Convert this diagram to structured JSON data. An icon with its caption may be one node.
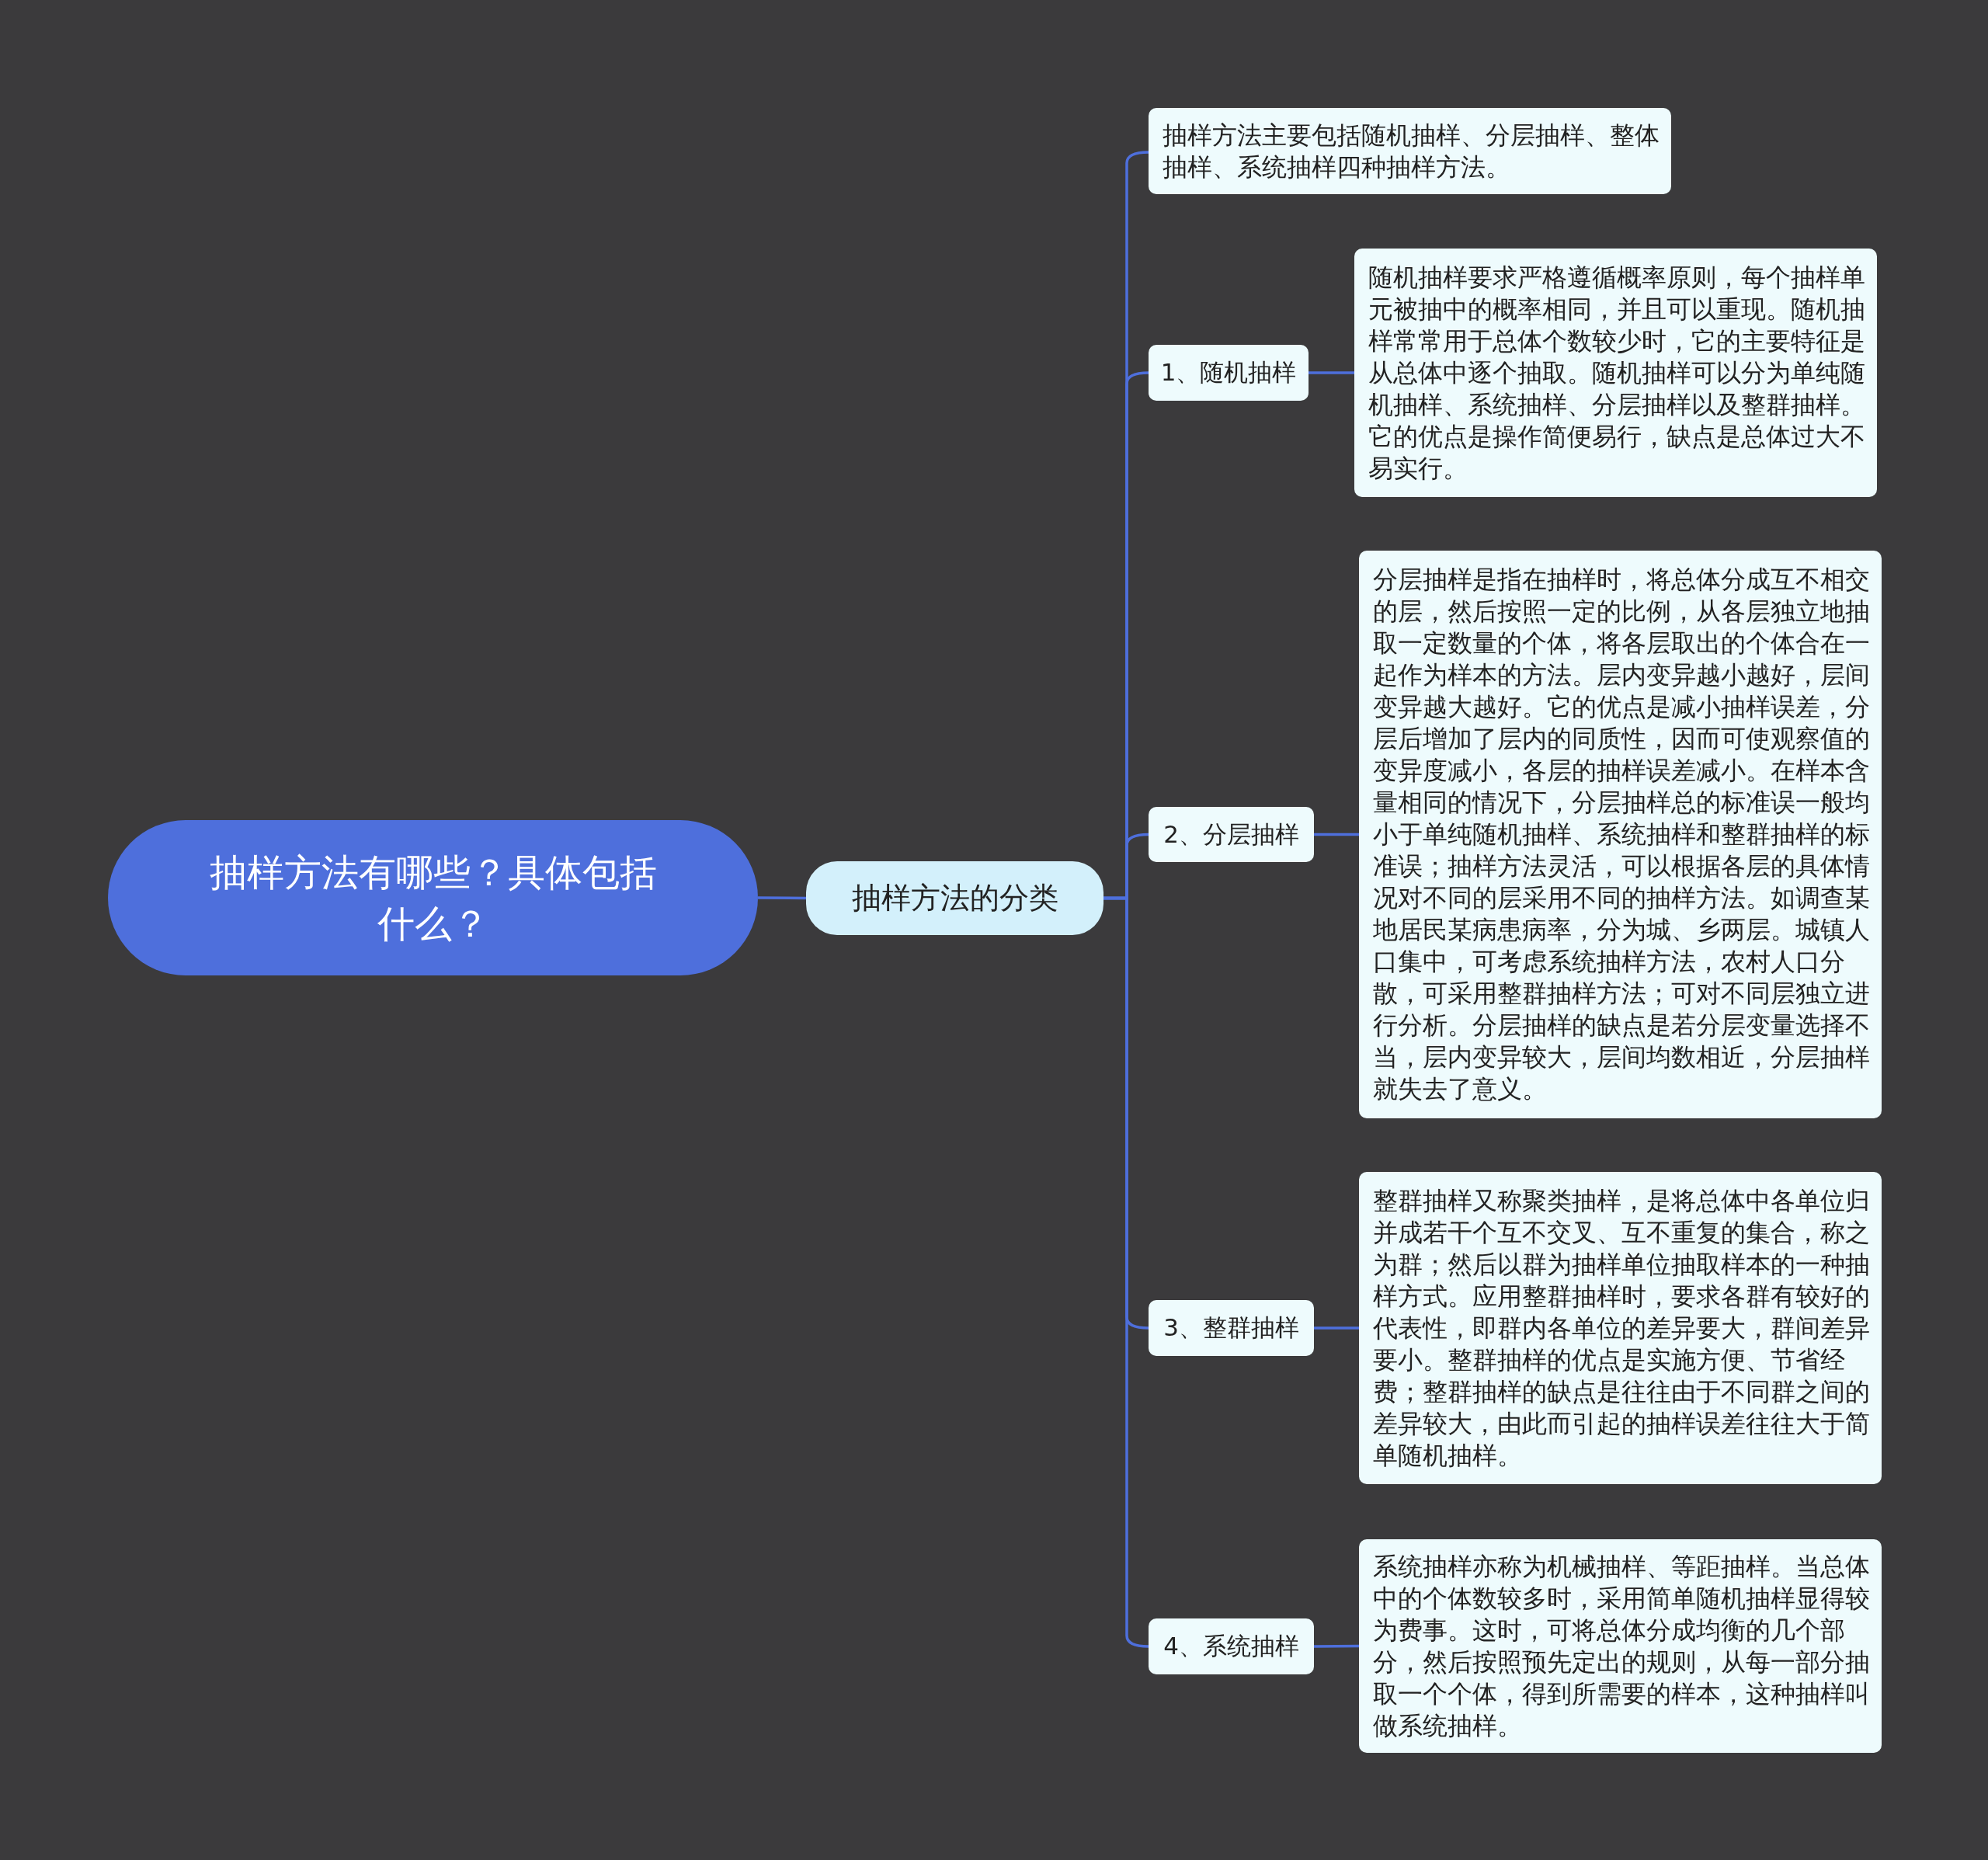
{
  "diagram": {
    "nodes": [
      {
        "text": [
          "抽样方法有哪些？具体包括什么？"
        ]
      },
      {
        "text": [
          "抽样方法的分类"
        ]
      },
      {
        "text": [
          "抽样方法主要包括随机抽样、分层抽样、整体抽样、系统抽样四种抽样方法。"
        ]
      },
      {
        "text": [
          "1、随机抽样"
        ]
      },
      {
        "text": [
          "随机抽样要求严格遵循概率原则，每个抽样单元被抽中的概率相同，并且可以重现。随机抽样常常用于总体个数较少时，它的主要特征是从总体中逐个抽取。随机抽样可以分为单纯随机抽样、系统抽样、分层抽样以及整群抽样。它的优点是操作简便易行，缺点是总体过大不易实行。"
        ]
      },
      {
        "text": [
          "2、分层抽样"
        ]
      },
      {
        "text": [
          "分层抽样是指在抽样时，将总体分成互不相交的层，然后按照一定的比例，从各层独立地抽取一定数量的个体，将各层取出的个体合在一起作为样本的方法。层内变异越小越好，层间变异越大越好。它的优点是减小抽样误差，分层后增加了层内的同质性，因而可使观察值的变异度减小，各层的抽样误差减小。在样本含量相同的情况下，分层抽样总的标准误一般均小于单纯随机抽样、系统抽样和整群抽样的标准误；抽样方法灵活，可以根据各层的具体情况对不同的层采用不同的抽样方法。如调查某地居民某病患病率，分为城、乡两层。城镇人口集中，可考虑系统抽样方法，农村人口分散，可采用整群抽样方法；可对不同层独立进行分析。分层抽样的缺点是若分层变量选择不当，层内变异较大，层间均数相近，分层抽样就失去了意义。"
        ]
      },
      {
        "text": [
          "3、整群抽样"
        ]
      },
      {
        "text": [
          "整群抽样又称聚类抽样，是将总体中各单位归并成若干个互不交叉、互不重复的集合，称之为群；然后以群为抽样单位抽取样本的一种抽样方式。应用整群抽样时，要求各群有较好的代表性，即群内各单位的差异要大，群间差异要小。整群抽样的优点是实施方便、节省经费；整群抽样的缺点是往往由于不同群之间的差异较大，由此而引起的抽样误差往往大于简单随机抽样。"
        ]
      },
      {
        "text": [
          "4、系统抽样"
        ]
      },
      {
        "text": [
          "系统抽样亦称为机械抽样、等距抽样。当总体中的个体数较多时，采用简单随机抽样显得较为费事。这时，可将总体分成均衡的几个部分，然后按照预先定出的规则，从每一部分抽取一个个体，得到所需要的样本，这种抽样叫做系统抽样。"
        ]
      }
    ],
    "edges": [
      {
        "from": 0,
        "to": 1,
        "arrow": "none"
      },
      {
        "from": 1,
        "to": 2,
        "arrow": "none"
      },
      {
        "from": 1,
        "to": 3,
        "arrow": "none"
      },
      {
        "from": 1,
        "to": 5,
        "arrow": "none"
      },
      {
        "from": 1,
        "to": 7,
        "arrow": "none"
      },
      {
        "from": 1,
        "to": 9,
        "arrow": "none"
      },
      {
        "from": 3,
        "to": 4,
        "arrow": "none"
      },
      {
        "from": 5,
        "to": 6,
        "arrow": "none"
      },
      {
        "from": 7,
        "to": 8,
        "arrow": "none"
      },
      {
        "from": 9,
        "to": 10,
        "arrow": "none"
      }
    ]
  }
}
